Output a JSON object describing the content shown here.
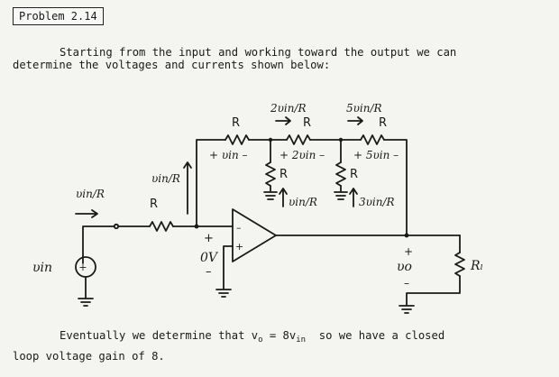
{
  "heading": "Problem 2.14",
  "intro": {
    "line1": "Starting from the input and working toward the output we can",
    "line2": "determine the voltages and currents shown below:"
  },
  "outro": {
    "pre": "Eventually we determine that v",
    "sub_o": "o",
    "mid": " = 8v",
    "sub_in": "in",
    "post": "  so we have a closed",
    "line2": "loop voltage gain of 8."
  },
  "circuit": {
    "resistor_label": "R",
    "load_label": "Rₗ",
    "source_symbol": "υin",
    "source_polarity": "+",
    "input_current": "υin/R",
    "vert_current": "υin/R",
    "node_voltage": "0V",
    "node_plus": "+",
    "node_minus": "–",
    "opamp_minus": "–",
    "opamp_plus": "+",
    "r1_drop": "+ υin –",
    "r2_drop": "+ 2υin –",
    "r3_drop": "+ 5υin –",
    "top_current_2": "2υin/R",
    "top_current_3": "5υin/R",
    "shunt_current_1": "υin/R",
    "shunt_current_2": "3υin/R",
    "vout": "υo",
    "out_plus": "+",
    "out_minus": "–"
  }
}
